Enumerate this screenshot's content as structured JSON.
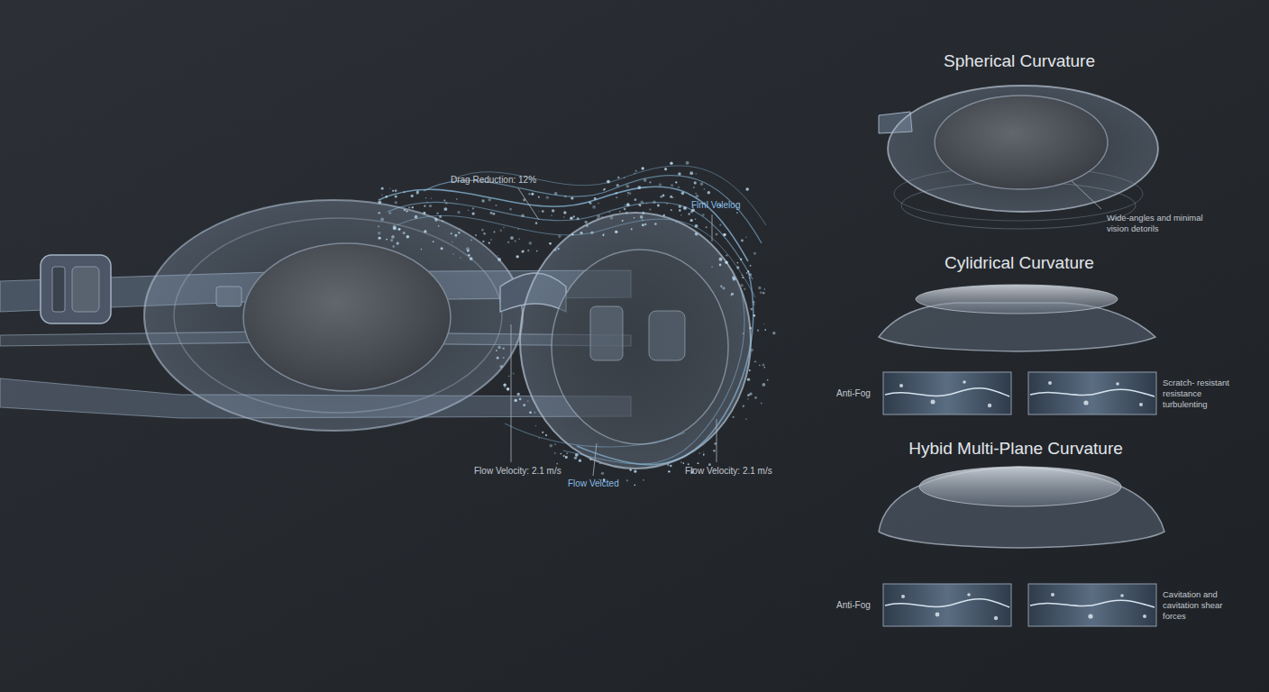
{
  "diagram": {
    "labels": [
      "Drag Reduction: 12%",
      "Flml Velelog",
      "Flow Velocity: 2.1 m/s",
      "Flow Velcted",
      "Flow Velocity: 2.1 m/s",
      "Spherical Curvature",
      "Wide-angles and minimal vision detorils",
      "Cylidrical Curvature",
      "Anti-Fog",
      "Scratch- resistant resistance turbulenting",
      "Hybid Multi-Plane Curvature",
      "Anti-Fog",
      "Cavitation and cavitation shear forces"
    ]
  }
}
